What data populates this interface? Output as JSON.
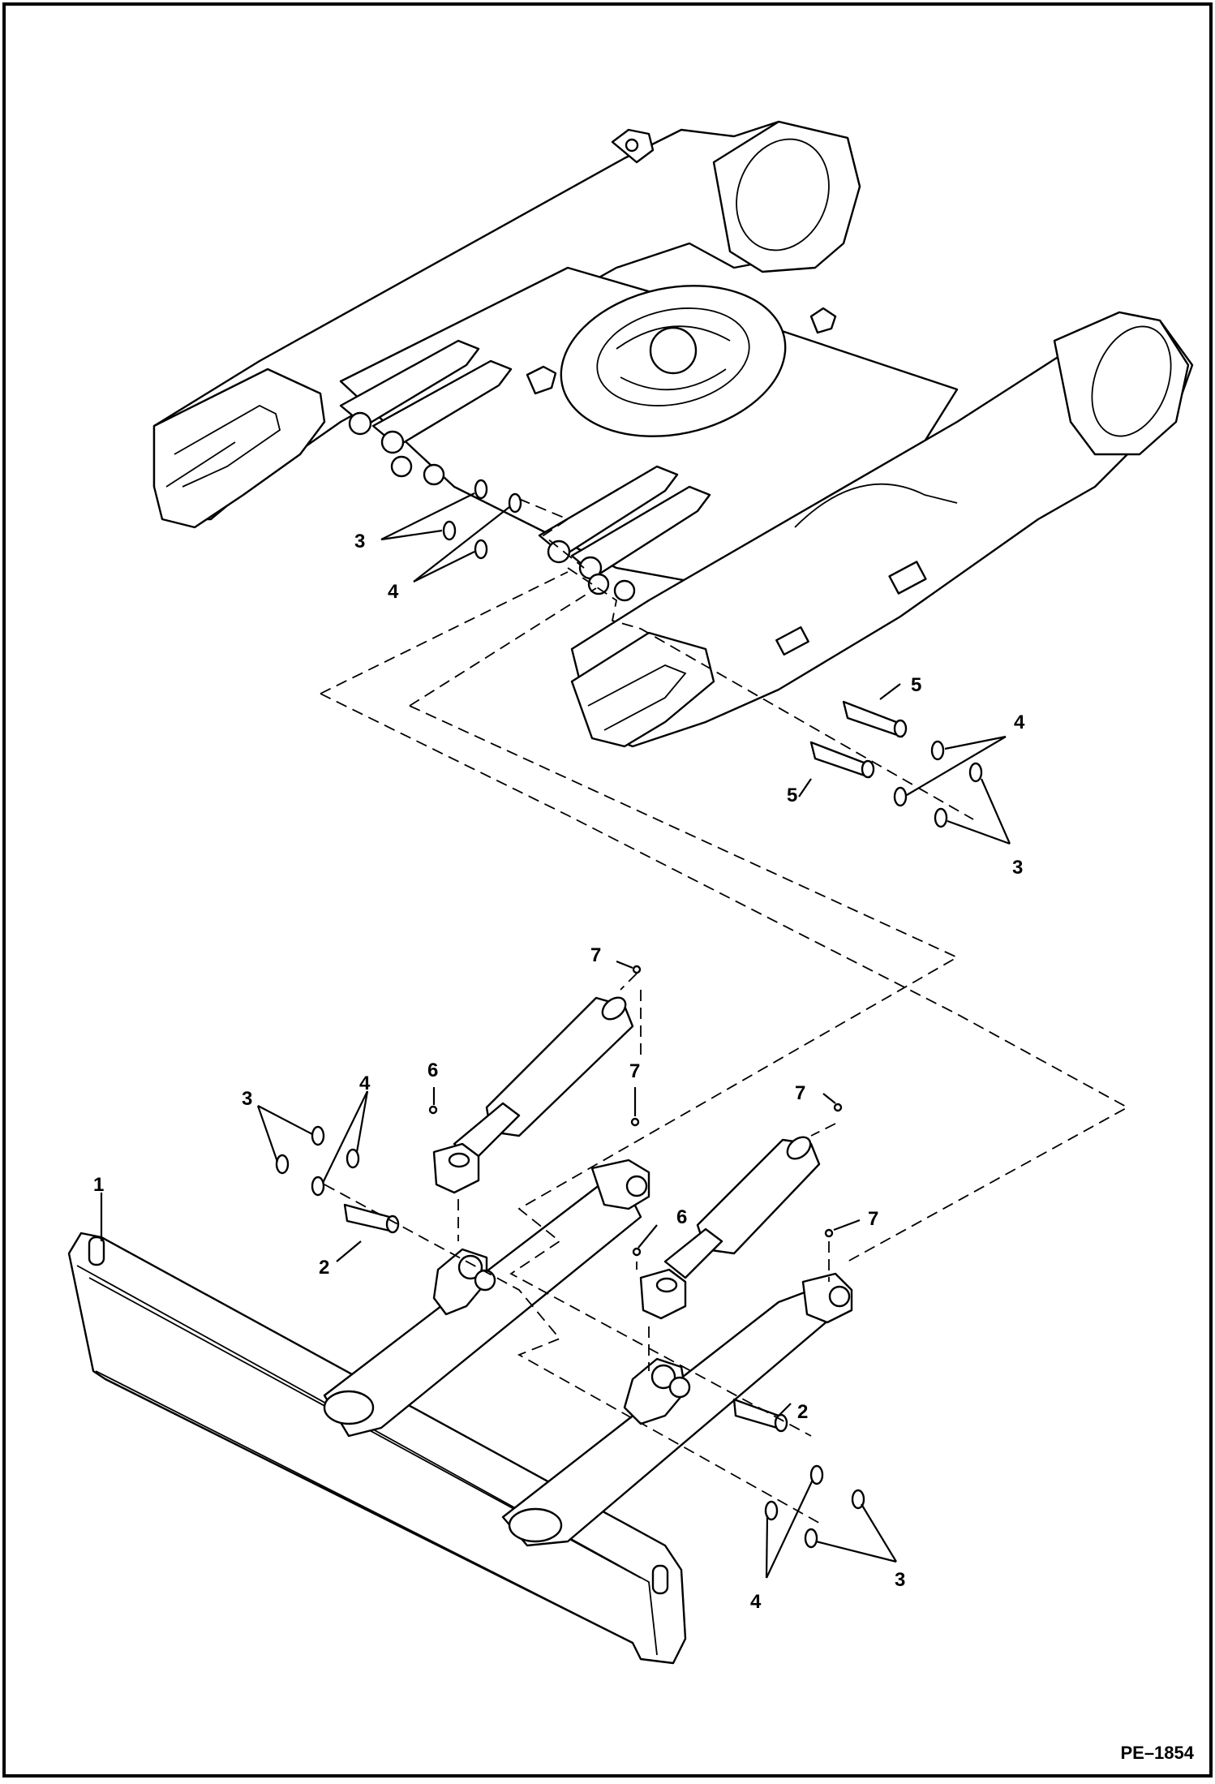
{
  "figure_code": "PE–1854",
  "callouts": [
    {
      "id": "c-3-top",
      "text": "3"
    },
    {
      "id": "c-4-top",
      "text": "4"
    },
    {
      "id": "c-5-a",
      "text": "5"
    },
    {
      "id": "c-5-b",
      "text": "5"
    },
    {
      "id": "c-4-right",
      "text": "4"
    },
    {
      "id": "c-3-right",
      "text": "3"
    },
    {
      "id": "c-7-a",
      "text": "7"
    },
    {
      "id": "c-6-a",
      "text": "6"
    },
    {
      "id": "c-7-b",
      "text": "7"
    },
    {
      "id": "c-7-c",
      "text": "7"
    },
    {
      "id": "c-3-left",
      "text": "3"
    },
    {
      "id": "c-4-left",
      "text": "4"
    },
    {
      "id": "c-1",
      "text": "1"
    },
    {
      "id": "c-2-left",
      "text": "2"
    },
    {
      "id": "c-6-b",
      "text": "6"
    },
    {
      "id": "c-7-d",
      "text": "7"
    },
    {
      "id": "c-2-right",
      "text": "2"
    },
    {
      "id": "c-4-bottom",
      "text": "4"
    },
    {
      "id": "c-3-bottom",
      "text": "3"
    }
  ]
}
